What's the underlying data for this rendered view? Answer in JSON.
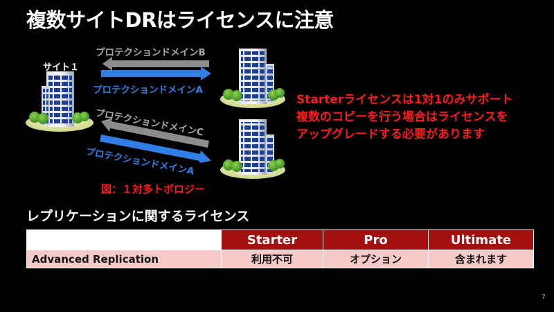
{
  "slide": {
    "title": "複数サイトDRはライセンスに注意",
    "page_number": "7"
  },
  "diagram": {
    "site_label": "サイト１",
    "links": [
      {
        "label": "プロテクションドメインB",
        "color": "gray"
      },
      {
        "label": "プロテクションドメインA",
        "color": "blue"
      },
      {
        "label": "プロテクションドメインC",
        "color": "gray"
      },
      {
        "label": "プロテクションドメインA",
        "color": "blue"
      }
    ],
    "caption": "図：１対多トポロジー",
    "colors": {
      "gray_arrow": "#8c8c8c",
      "blue_arrow": "#2f7fe6",
      "caption": "#ff1a1a"
    }
  },
  "note": {
    "lines": [
      "Starterライセンスは1対1のみサポート",
      "複数のコピーを行う場合はライセンスを",
      "アップグレードする必要があります"
    ],
    "color": "#ff1a1a"
  },
  "license_table": {
    "heading": "レプリケーションに関するライセンス",
    "columns": [
      "Starter",
      "Pro",
      "Ultimate"
    ],
    "rows": [
      {
        "name": "Advanced Replication",
        "values": [
          "利用不可",
          "オプション",
          "含まれます"
        ]
      }
    ],
    "colors": {
      "header_bg": "#a50f0f",
      "row_bg": "#f7caca"
    }
  }
}
